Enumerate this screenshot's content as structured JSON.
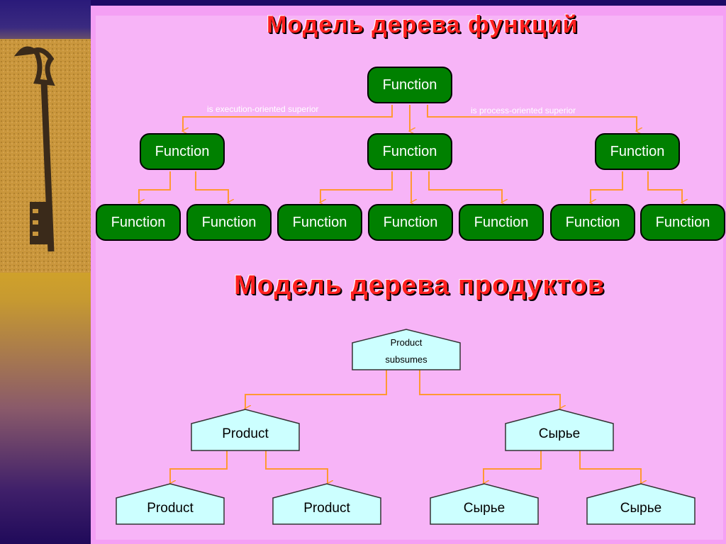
{
  "slide": {
    "title_functions": "Модель дерева функций",
    "title_products": "Модель дерева продуктов"
  },
  "function_tree": {
    "root": "Function",
    "edge_left": "is execution-oriented superior",
    "edge_right": "is process-oriented superior",
    "level2": [
      "Function",
      "Function",
      "Function"
    ],
    "level3": [
      "Function",
      "Function",
      "Function",
      "Function",
      "Function",
      "Function",
      "Function"
    ]
  },
  "product_tree": {
    "root_line1": "Product",
    "root_line2": "subsumes",
    "level2": [
      "Product",
      "Сырье"
    ],
    "level3": [
      "Product",
      "Product",
      "Сырье",
      "Сырье"
    ]
  },
  "colors": {
    "function_node": "#008000",
    "product_node": "#ccffff",
    "connector": "#ff9933",
    "title": "#ff2020",
    "background": "#f7b4f7"
  },
  "icons": {
    "picture": "old-key-icon"
  }
}
